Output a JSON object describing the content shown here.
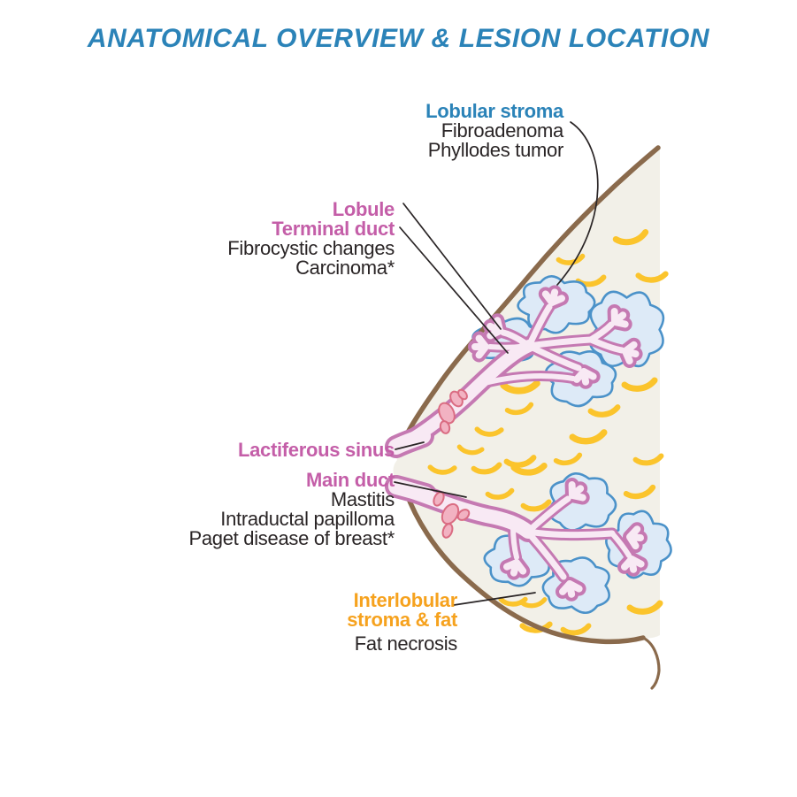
{
  "title": "ANATOMICAL OVERVIEW & LESION LOCATION",
  "annotations": {
    "lobular_stroma": {
      "label": "Lobular stroma",
      "lesions": [
        "Fibroadenoma",
        "Phyllodes tumor"
      ]
    },
    "lobule": {
      "label": "Lobule"
    },
    "terminal_duct": {
      "label": "Terminal duct",
      "lesions": [
        "Fibrocystic changes",
        "Carcinoma*"
      ]
    },
    "lactiferous_sinus": {
      "label": "Lactiferous sinus"
    },
    "main_duct": {
      "label": "Main duct",
      "lesions": [
        "Mastitis",
        "Intraductal papilloma",
        "Paget disease of breast*"
      ]
    },
    "interlobular_stroma": {
      "label_line1": "Interlobular",
      "label_line2": "stroma & fat",
      "lesions": [
        "Fat necrosis"
      ]
    }
  },
  "colors": {
    "title_blue": "#2b83b8",
    "structure_pink": "#c45ea8",
    "structure_orange": "#f6a21e",
    "lesion_text": "#2a2526",
    "skin_brown": "#8a6a4c",
    "interior_cream": "#f2f0e8",
    "fat_yellow": "#fbc42c",
    "duct_outline": "#c579b2",
    "duct_fill": "#f8e9f4",
    "stroma_blue_outline": "#4b92c9",
    "stroma_blue_fill": "#ddeaf7",
    "gland_fill": "#f2b2c2",
    "gland_outline": "#da6c82"
  }
}
